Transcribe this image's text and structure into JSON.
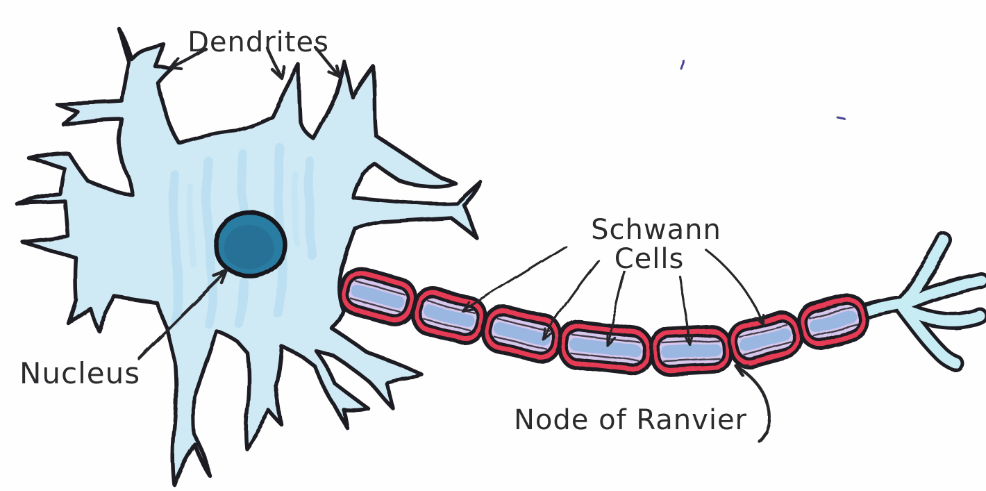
{
  "page": {
    "background": "#fefefe",
    "subject": "Hand-drawn neuron anatomy diagram"
  },
  "labels": {
    "dendrites": "Dendrites",
    "nucleus": "Nucleus",
    "schwann_cells_line1": "Schwann",
    "schwann_cells_line2": "Cells",
    "node_of_ranvier": "Node of Ranvier"
  },
  "structures": {
    "cell_body_fill": "#cfe9f5",
    "nucleus_fill": "#2b7da2",
    "myelin_sheath_fill": "#e63a55",
    "axon_interior_fill": "#d7c7ec",
    "axon_band_fill": "#8fb4e0",
    "node_gap_fill": "#76cfd2",
    "axon_terminal_fill": "#c8ecf4",
    "ink_color": "#26262a",
    "myelin_segment_count": 7,
    "node_gap_count": 6,
    "dendrite_arrow_count": 3,
    "schwann_pointer_count": 5
  }
}
